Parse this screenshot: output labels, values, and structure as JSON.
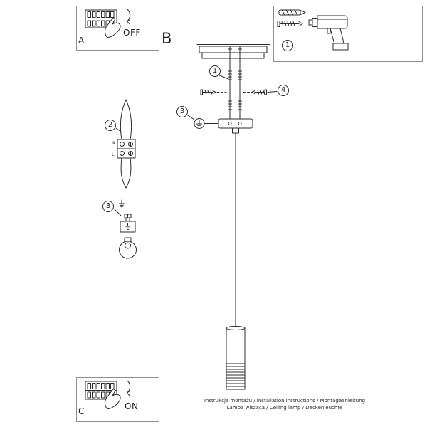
{
  "labels": {
    "section_a": "A",
    "section_b": "B",
    "section_c": "C",
    "off": "OFF",
    "on": "ON"
  },
  "steps": {
    "step1": "1",
    "step2": "2",
    "step3": "3",
    "step4": "4"
  },
  "wiring": {
    "n": "N",
    "l": "L"
  },
  "footer": {
    "line1": "Instrukcja montażu / installation instructions / Montageanleitung",
    "line2": "Lampa wisząca / Ceiling lamp / Deckenleuchte"
  }
}
